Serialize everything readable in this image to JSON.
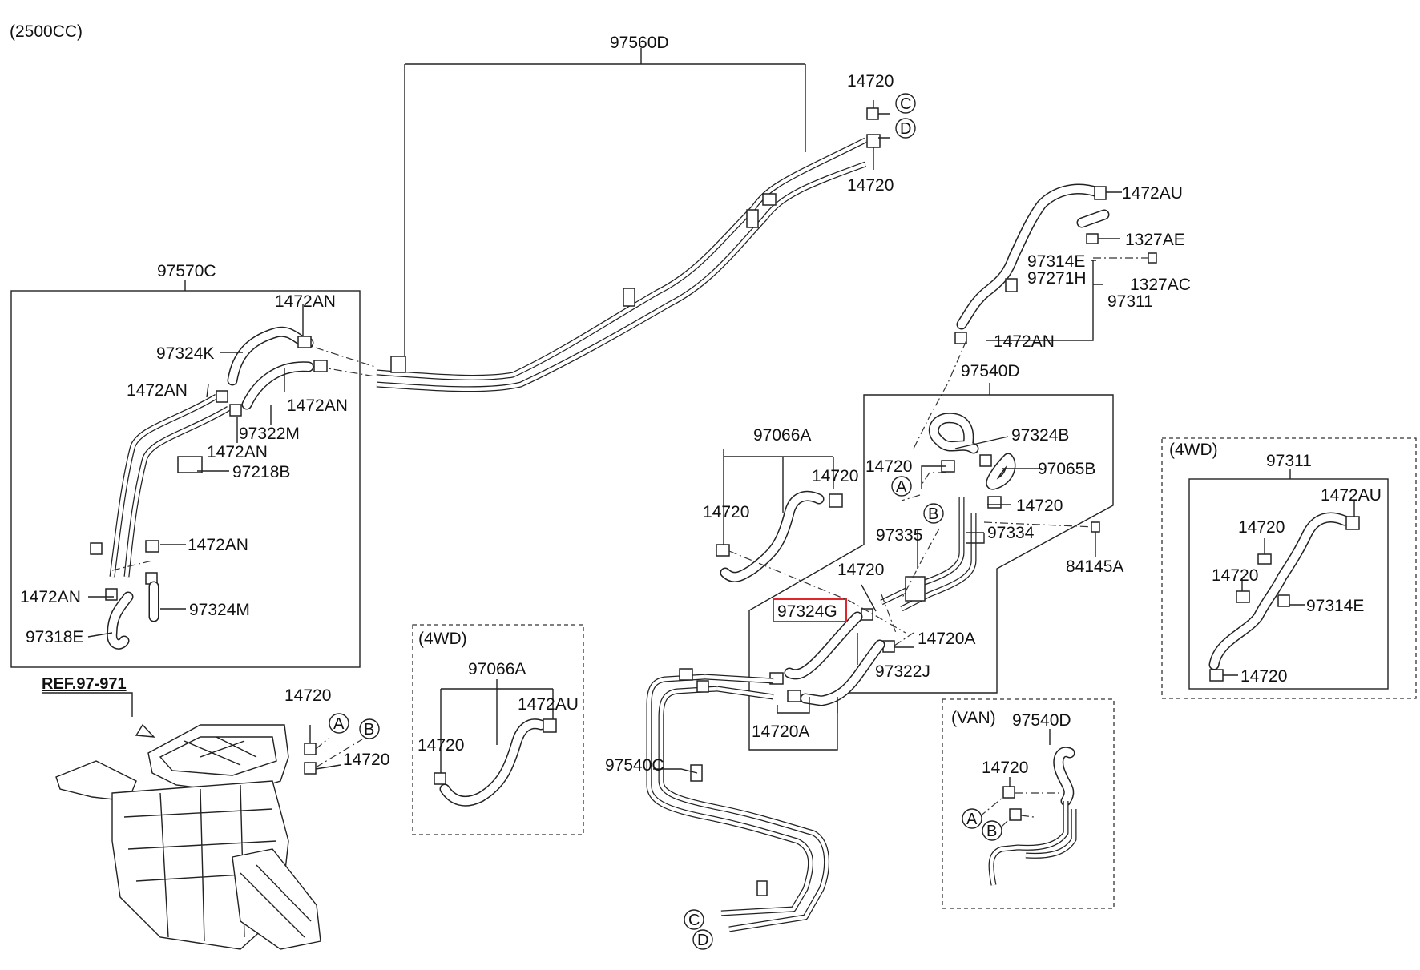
{
  "engine_note": "(2500CC)",
  "callouts": {
    "c1": "97560D",
    "c2": "14720",
    "c3": "14720",
    "c4": "1472AU",
    "c5": "1327AE",
    "c6": "97314E",
    "c7": "97271H",
    "c8": "1327AC",
    "c9": "97311",
    "c10": "1472AN",
    "c11": "97570C",
    "c12": "1472AN",
    "c13": "97324K",
    "c14": "1472AN",
    "c15": "1472AN",
    "c16": "97322M",
    "c17": "1472AN",
    "c18": "97218B",
    "c19": "1472AN",
    "c20": "1472AN",
    "c21": "97324M",
    "c22": "97318E",
    "c23": "REF.97-971",
    "c24": "14720",
    "c25": "14720",
    "c26": "97540D",
    "c27": "97324B",
    "c28": "14720",
    "c29": "97065B",
    "c30": "14720",
    "c31": "97335",
    "c32": "97334",
    "c33": "84145A",
    "c34": "14720",
    "c35": "97324G",
    "c36": "14720A",
    "c37": "97322J",
    "c38": "14720A",
    "c39": "97066A",
    "c40": "14720",
    "c41": "14720",
    "c42": "(4WD)",
    "c43": "97066A",
    "c44": "1472AU",
    "c45": "14720",
    "c46": "97540C",
    "c47": "(VAN)",
    "c48": "97540D",
    "c49": "14720",
    "c50": "(4WD)",
    "c51": "97311",
    "c52": "1472AU",
    "c53": "14720",
    "c54": "14720",
    "c55": "97314E",
    "c56": "14720"
  },
  "connector_marks": {
    "C": "C",
    "D": "D",
    "A": "A",
    "B": "B"
  },
  "highlight_color": "#e0262a"
}
